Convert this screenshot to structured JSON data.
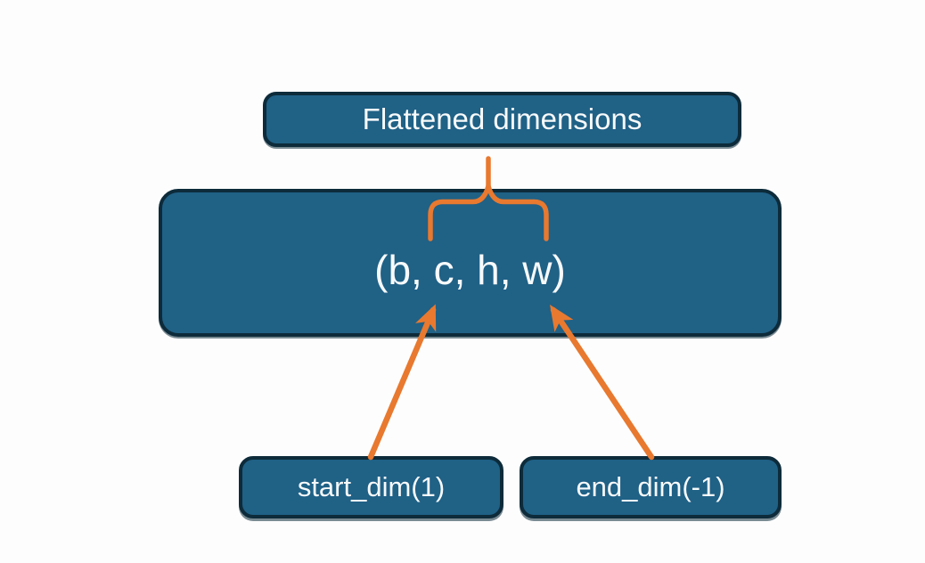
{
  "diagram": {
    "title_box": {
      "label": "Flattened dimensions"
    },
    "tensor_box": {
      "label": "(b, c, h, w)"
    },
    "start_box": {
      "label": "start_dim(1)"
    },
    "end_box": {
      "label": "end_dim(-1)"
    },
    "icons": {
      "brace": "curly-brace-down-icon",
      "start_arrow": "arrow-up-right-icon",
      "end_arrow": "arrow-up-left-icon"
    },
    "colors": {
      "box_fill": "#206186",
      "box_border": "#0d2b3a",
      "arrow": "#e8792f",
      "text": "#f7fafb",
      "background": "#fdfdfd"
    }
  }
}
